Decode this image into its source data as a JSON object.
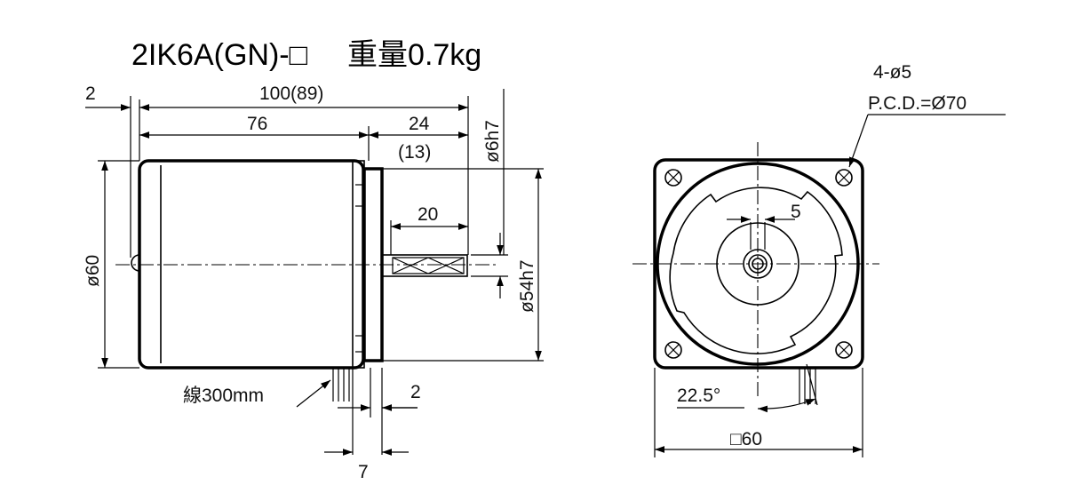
{
  "title": {
    "model": "2IK6A(GN)-□",
    "weight": "重量0.7kg"
  },
  "side_view": {
    "dim_overall_length": "100(89)",
    "dim_flange_gap": "2",
    "dim_body_length": "76",
    "dim_shaft_length": "24",
    "dim_shaft_length_alt": "(13)",
    "dim_key_length": "20",
    "dim_shaft_dia": "ø6h7",
    "dim_pilot_dia": "ø54h7",
    "dim_body_dia": "ø60",
    "lead_wire": "線300mm",
    "dim_flange_thickness": "2",
    "dim_mount_depth": "7"
  },
  "front_view": {
    "hole_spec": "4-ø5",
    "pcd": "P.C.D.=Ø70",
    "dim_key_width": "5",
    "angle": "22.5°",
    "square_size": "□60"
  }
}
